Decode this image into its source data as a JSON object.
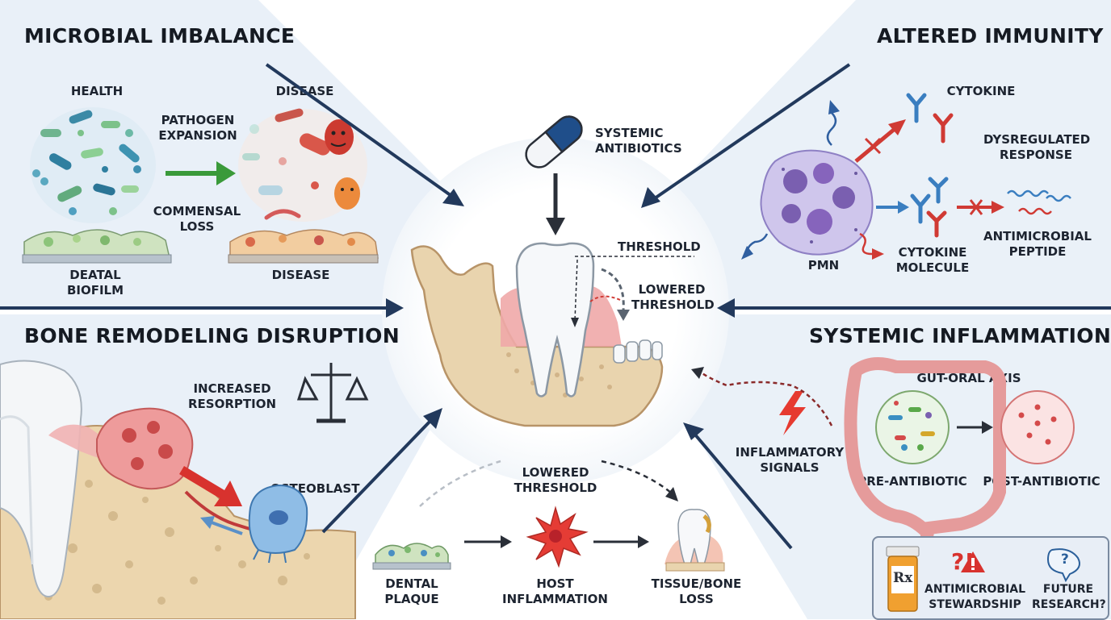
{
  "panels": {
    "microbial": {
      "title": "MICROBIAL IMBALANCE",
      "health": "HEALTH",
      "disease_top": "DISEASE",
      "pathogen_expansion": [
        "PATHOGEN",
        "EXPANSION"
      ],
      "commensal_loss": [
        "COMMENSAL",
        "LOSS"
      ],
      "biofilm": [
        "DEATAL",
        "BIOFILM"
      ],
      "disease_bottom": "DISEASE"
    },
    "immunity": {
      "title": "ALTERED IMMUNITY",
      "cytokine": "CYTOKINE",
      "dysregulated": [
        "DYSREGULATED",
        "RESPONSE"
      ],
      "pmn": "PMN",
      "cytokine_molecule": [
        "CYTOKINE",
        "MOLECULE"
      ],
      "antimicrobial_peptide": [
        "ANTIMICROBIAL",
        "PEPTIDE"
      ]
    },
    "bone": {
      "title": "BONE REMODELING DISRUPTION",
      "increased_resorption": [
        "INCREASED",
        "RESORPTION"
      ],
      "osteoblast": "OSTEOBLAST"
    },
    "systemic": {
      "title": "SYSTEMIC INFLAMMATION",
      "gut_oral": "GUT-ORAL AXIS",
      "inflammatory_signals": [
        "INFLAMMATORY",
        "SIGNALS"
      ],
      "pre_antibiotic": "PRE-ANTIBIOTIC",
      "post_antibiotic": "POST-ANTIBIOTIC"
    }
  },
  "center": {
    "antibiotics": [
      "SYSTEMIC",
      "ANTIBIOTICS"
    ],
    "threshold": "THRESHOLD",
    "lowered_threshold": [
      "LOWERED",
      "THRESHOLD"
    ]
  },
  "bottom_flow": {
    "lowered_threshold": [
      "LOWERED",
      "THRESHOLD"
    ],
    "dental_plaque": [
      "DENTAL",
      "PLAQUE"
    ],
    "host_inflammation": [
      "HOST",
      "INFLAMMATION"
    ],
    "tissue_bone_loss": [
      "TISSUE/BONE",
      "LOSS"
    ]
  },
  "legend_box": {
    "stewardship": [
      "ANTIMICROBIAL",
      "STEWARDSHIP"
    ],
    "future_research": [
      "FUTURE",
      "RESEARCH?"
    ],
    "rx_symbol": "Rx",
    "warning_symbols": "?!"
  },
  "colors": {
    "panel_bg": "#e8eff7",
    "arrow_navy": "#22395c",
    "accent_red": "#d8322e",
    "accent_green": "#3a9a3a",
    "bone": "#e9d4ae",
    "gum": "#f0a8a8",
    "pmn_purple": "#a99bd8"
  }
}
